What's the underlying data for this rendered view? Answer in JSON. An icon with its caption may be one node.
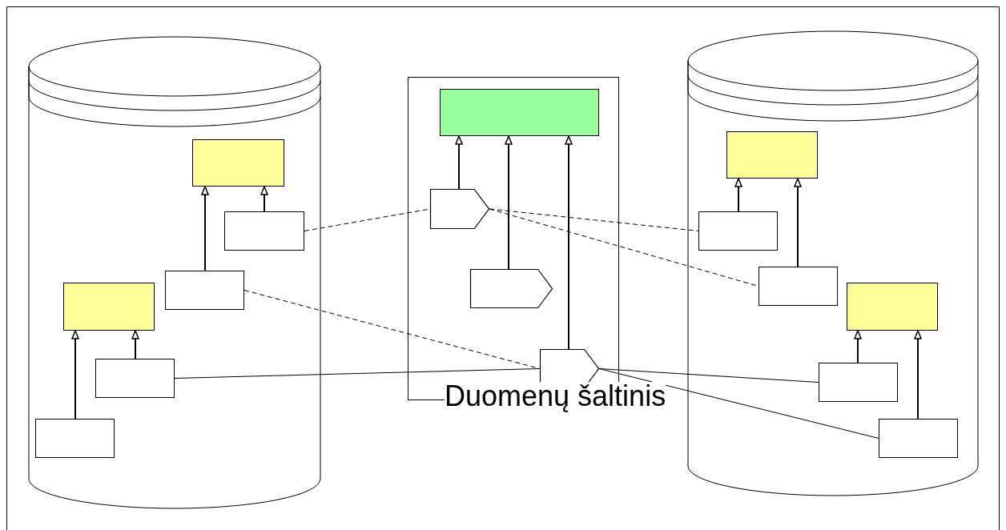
{
  "diagram": {
    "nodes": [
      {
        "text": [],
        "shape": "cylinder"
      },
      {
        "text": [],
        "shape": "box",
        "in": 0
      },
      {
        "text": [],
        "shape": "box",
        "in": 0
      },
      {
        "text": [],
        "shape": "box",
        "in": 0
      },
      {
        "text": [],
        "shape": "box",
        "in": 0
      },
      {
        "text": [],
        "shape": "box",
        "in": 0
      },
      {
        "text": [],
        "shape": "box",
        "in": 0
      },
      {
        "text": [
          "Duomenų šaltinis"
        ]
      },
      {
        "text": [],
        "shape": "box",
        "in": 7
      },
      {
        "text": [],
        "shape": "pentagon",
        "in": 7
      },
      {
        "text": [],
        "shape": "pentagon",
        "in": 7
      },
      {
        "text": [],
        "shape": "pentagon",
        "in": 7
      },
      {
        "text": [],
        "shape": "cylinder"
      },
      {
        "text": [],
        "shape": "box",
        "in": 12
      },
      {
        "text": [],
        "shape": "box",
        "in": 12
      },
      {
        "text": [],
        "shape": "box",
        "in": 12
      },
      {
        "text": [],
        "shape": "box",
        "in": 12
      },
      {
        "text": [],
        "shape": "box",
        "in": 12
      },
      {
        "text": [],
        "shape": "box",
        "in": 12
      }
    ],
    "edges": [
      {
        "from": 3,
        "to": 1,
        "arrow": "to"
      },
      {
        "from": 2,
        "to": 1,
        "arrow": "to"
      },
      {
        "from": 5,
        "to": 4,
        "arrow": "to"
      },
      {
        "from": 6,
        "to": 4,
        "arrow": "to"
      },
      {
        "from": 9,
        "to": 8,
        "arrow": "to"
      },
      {
        "from": 10,
        "to": 8,
        "arrow": "to"
      },
      {
        "from": 11,
        "to": 8,
        "arrow": "to"
      },
      {
        "from": 14,
        "to": 13,
        "arrow": "to"
      },
      {
        "from": 15,
        "to": 13,
        "arrow": "to"
      },
      {
        "from": 17,
        "to": 16,
        "arrow": "to"
      },
      {
        "from": 18,
        "to": 16,
        "arrow": "to"
      },
      {
        "from": 2,
        "to": 9,
        "arrow": "none",
        "style": "dashed"
      },
      {
        "from": 3,
        "to": 11,
        "arrow": "none",
        "style": "dashed"
      },
      {
        "from": 9,
        "to": 14,
        "arrow": "none",
        "style": "dashed"
      },
      {
        "from": 9,
        "to": 15,
        "arrow": "none",
        "style": "dashed"
      },
      {
        "from": 5,
        "to": 11,
        "arrow": "none"
      },
      {
        "from": 11,
        "to": 17,
        "arrow": "none"
      },
      {
        "from": 11,
        "to": 18,
        "arrow": "none"
      }
    ]
  }
}
